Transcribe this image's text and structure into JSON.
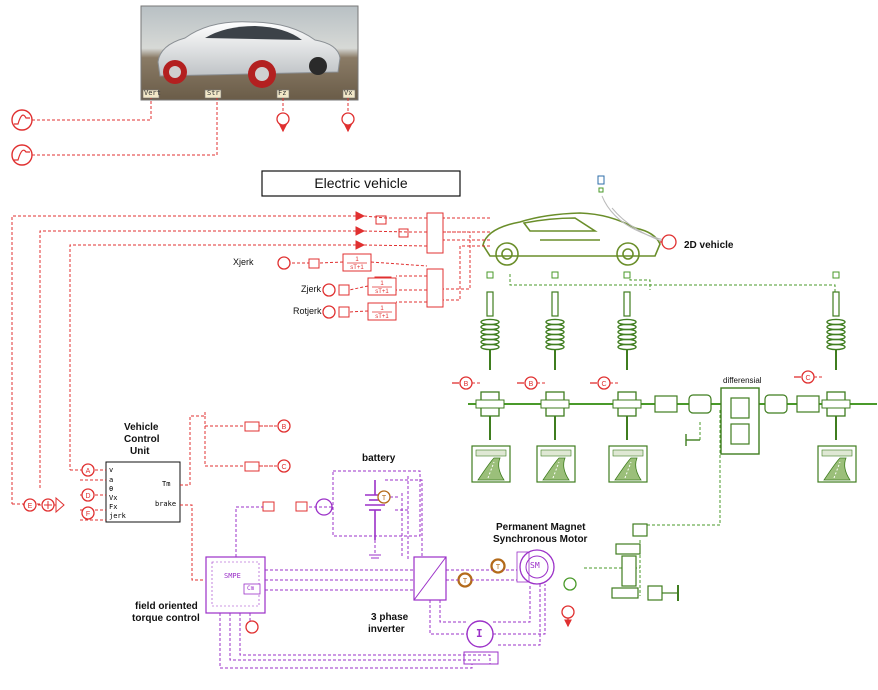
{
  "title": "Electric vehicle",
  "car3d": {
    "ports": [
      "Vert",
      "Str",
      "Fz",
      "Vx"
    ]
  },
  "labels": {
    "vehicle2d": "2D vehicle",
    "xjerk": "Xjerk",
    "zjerk": "Zjerk",
    "rotjerk": "Rotjerk",
    "differential": "differensial",
    "battery": "battery",
    "pmsm_line1": "Permanent Magnet",
    "pmsm_line2": "Synchronous Motor",
    "vcu_line1": "Vehicle",
    "vcu_line2": "Control",
    "vcu_line3": "Unit",
    "foc_line1": "field oriented",
    "foc_line2": "torque control",
    "inv_line1": "3 phase",
    "inv_line2": "inverter"
  },
  "vcu": {
    "ports_left": [
      "v",
      "a",
      "θ",
      "Vx",
      "Fx",
      "jerk"
    ],
    "port_tm": "Tm",
    "port_brake": "brake"
  },
  "filters": {
    "num": "1",
    "den": "sT+1"
  },
  "connectors": {
    "B": "B",
    "C": "C",
    "A": "A",
    "D": "D",
    "E": "E",
    "F": "F",
    "T": "T"
  },
  "foc": {
    "name": "SMPE",
    "sub": "Cm"
  },
  "motor": "SM",
  "inverter_sym": "I",
  "colors": {
    "red": "#e03030",
    "green": "#4a9a2a",
    "purple": "#9b30c8",
    "darkgreen": "#3f7d1f",
    "text": "#111111"
  }
}
